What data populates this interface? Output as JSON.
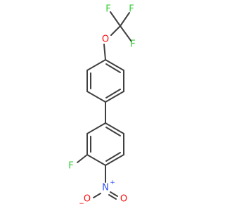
{
  "molecule": {
    "atoms": {
      "f_top_left": "F",
      "f_top_center": "F",
      "f_top_right": "F",
      "o_ether": "O",
      "f_ring": "F",
      "n_nitro": "N",
      "n_charge": "+",
      "o_nitro_left": "O",
      "o_nitro_left_charge": "−",
      "o_nitro_right": "O"
    },
    "colors": {
      "bond": "#404040",
      "fluorine": "#33cc33",
      "oxygen": "#ff0d0d",
      "nitrogen": "#3050f8"
    }
  }
}
